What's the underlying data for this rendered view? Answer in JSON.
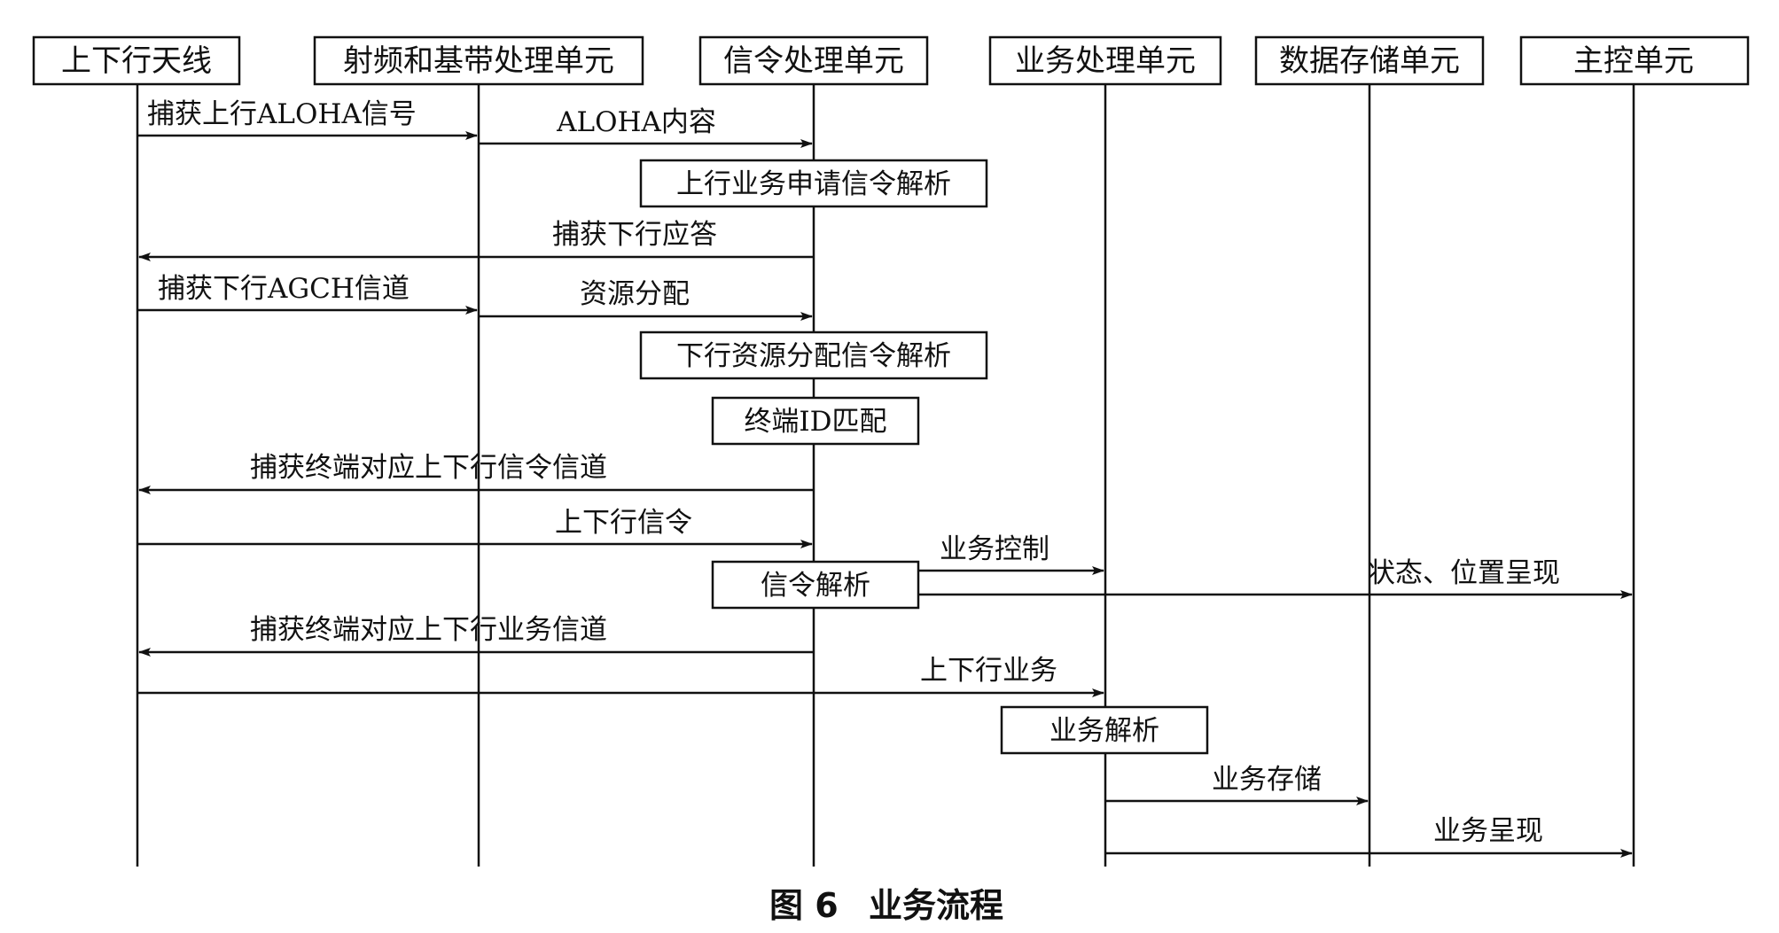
{
  "actors": [
    {
      "id": "antenna",
      "label": "上下行天线"
    },
    {
      "id": "rf",
      "label": "射频和基带处理单元"
    },
    {
      "id": "signal",
      "label": "信令处理单元"
    },
    {
      "id": "service",
      "label": "业务处理单元"
    },
    {
      "id": "storage",
      "label": "数据存储单元"
    },
    {
      "id": "master",
      "label": "主控单元"
    }
  ],
  "messages": [
    {
      "id": "m1",
      "from": "antenna",
      "to": "rf",
      "label": "捕获上行ALOHA信号"
    },
    {
      "id": "m2",
      "from": "rf",
      "to": "signal",
      "label": "ALOHA内容"
    },
    {
      "id": "m3",
      "from": "signal",
      "to": "antenna",
      "label": "捕获下行应答"
    },
    {
      "id": "m4",
      "from": "antenna",
      "to": "rf",
      "label": "捕获下行AGCH信道"
    },
    {
      "id": "m5",
      "from": "rf",
      "to": "signal",
      "label": "资源分配"
    },
    {
      "id": "m6",
      "from": "signal",
      "to": "antenna",
      "label": "捕获终端对应上下行信令信道"
    },
    {
      "id": "m7",
      "from": "antenna",
      "to": "signal",
      "label": "上下行信令"
    },
    {
      "id": "m8",
      "from": "signal",
      "to": "service",
      "label": "业务控制"
    },
    {
      "id": "m9",
      "from": "signal",
      "to": "master",
      "label": "状态、位置呈现"
    },
    {
      "id": "m10",
      "from": "signal",
      "to": "antenna",
      "label": "捕获终端对应上下行业务信道"
    },
    {
      "id": "m11",
      "from": "antenna",
      "to": "service",
      "label": "上下行业务"
    },
    {
      "id": "m12",
      "from": "service",
      "to": "storage",
      "label": "业务存储"
    },
    {
      "id": "m13",
      "from": "service",
      "to": "master",
      "label": "业务呈现"
    }
  ],
  "processes": [
    {
      "id": "p1",
      "actor": "signal",
      "label": "上行业务申请信令解析"
    },
    {
      "id": "p2",
      "actor": "signal",
      "label": "下行资源分配信令解析"
    },
    {
      "id": "p3",
      "actor": "signal",
      "label": "终端ID匹配"
    },
    {
      "id": "p4",
      "actor": "signal",
      "label": "信令解析"
    },
    {
      "id": "p5",
      "actor": "service",
      "label": "业务解析"
    }
  ],
  "caption": {
    "figure": "图 6",
    "title": "业务流程"
  }
}
